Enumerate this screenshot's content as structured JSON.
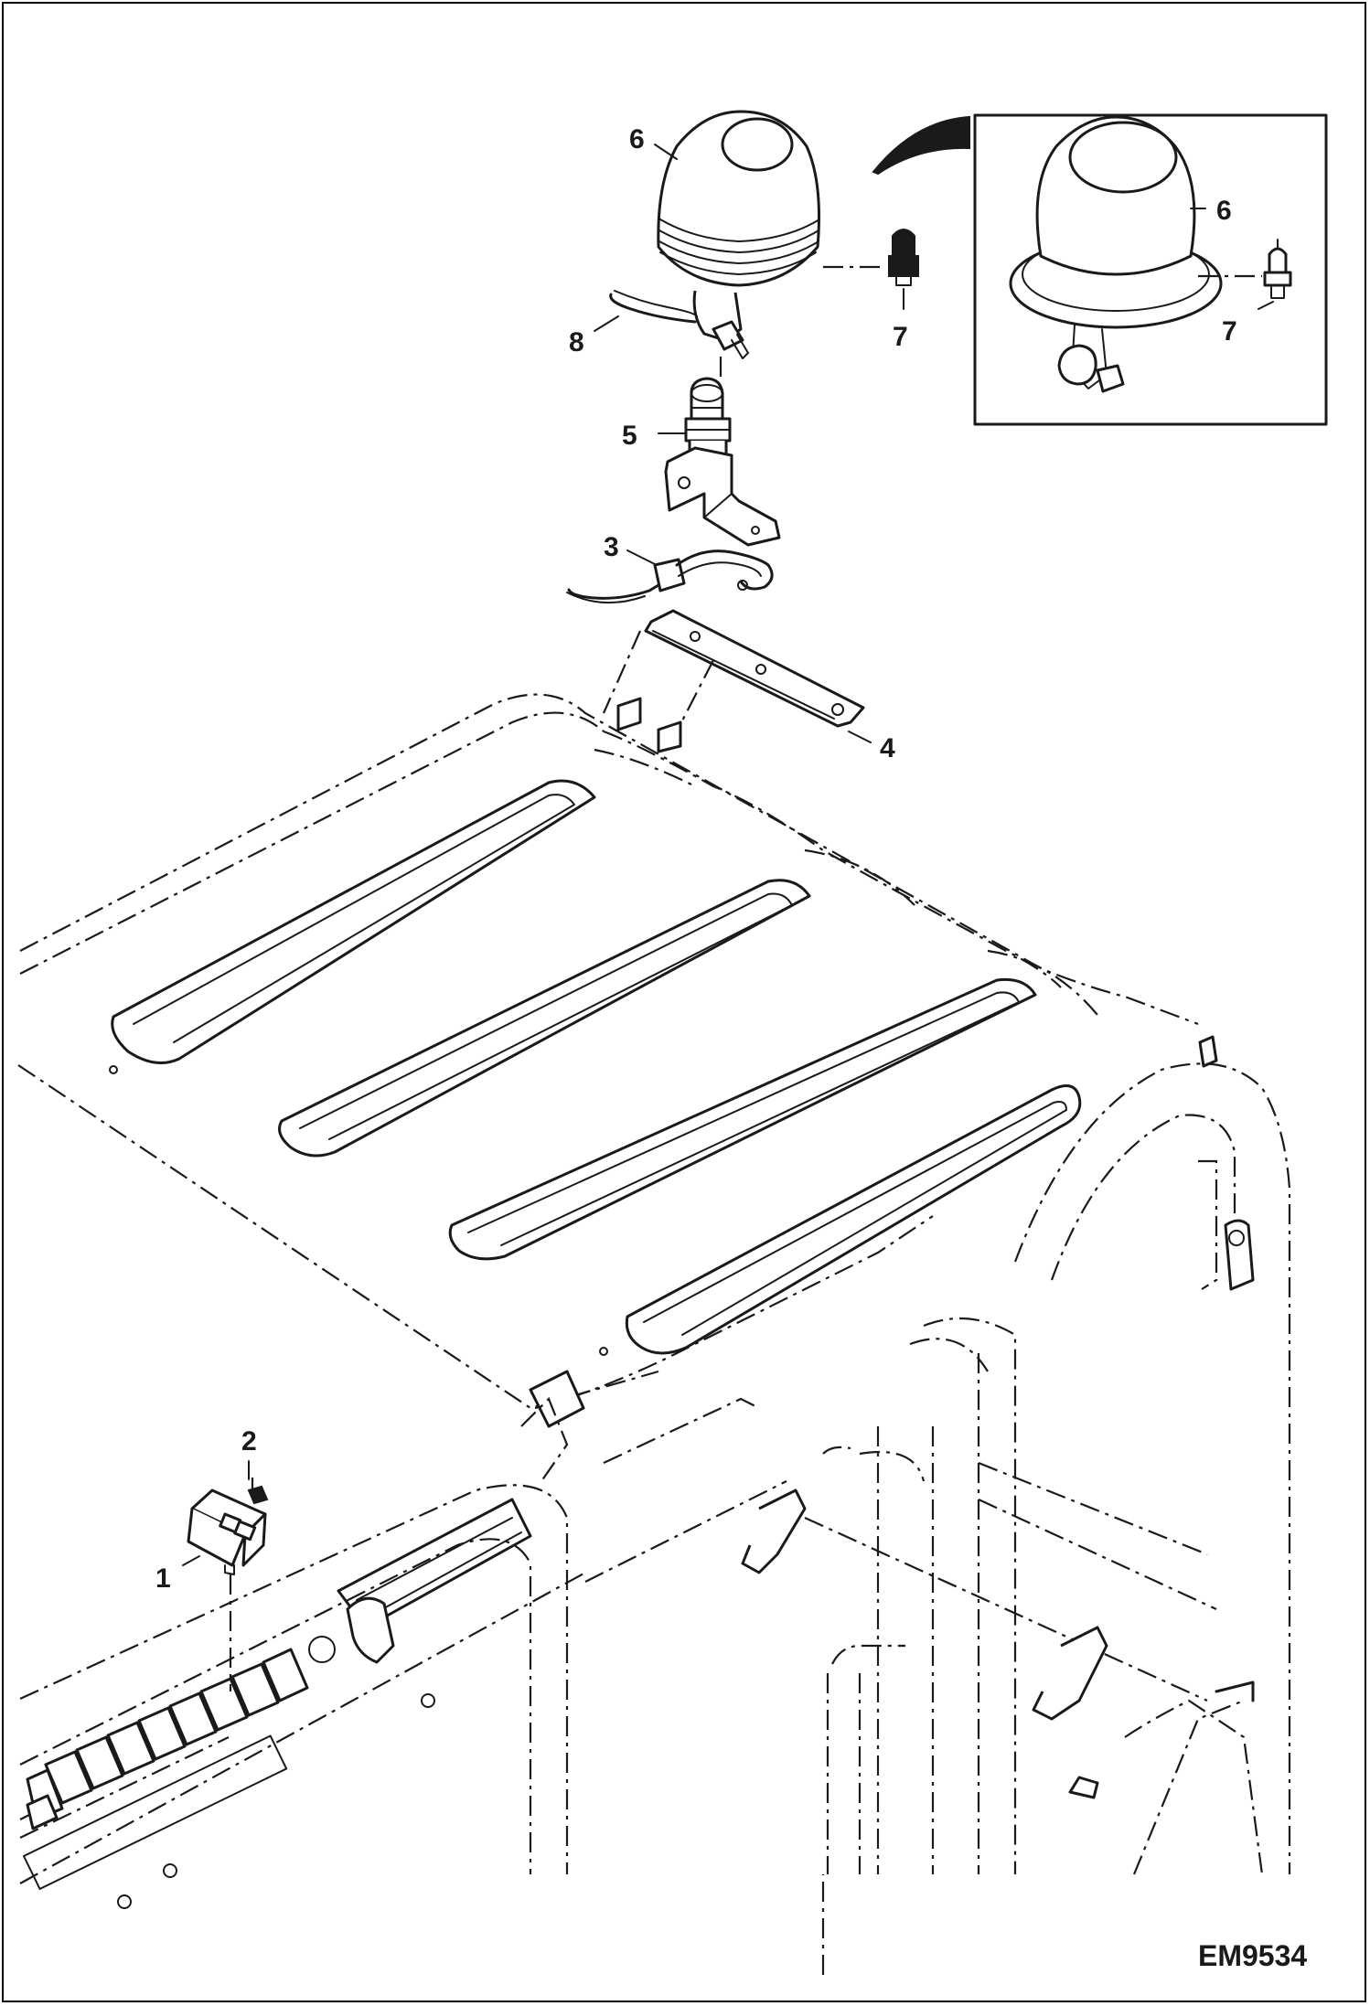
{
  "callouts": {
    "c1": "1",
    "c2": "2",
    "c3": "3",
    "c4": "4",
    "c5": "5",
    "c6": "6",
    "c7": "7",
    "c8": "8",
    "c6_inset": "6",
    "c7_inset": "7"
  },
  "figure_code": "EM9534"
}
